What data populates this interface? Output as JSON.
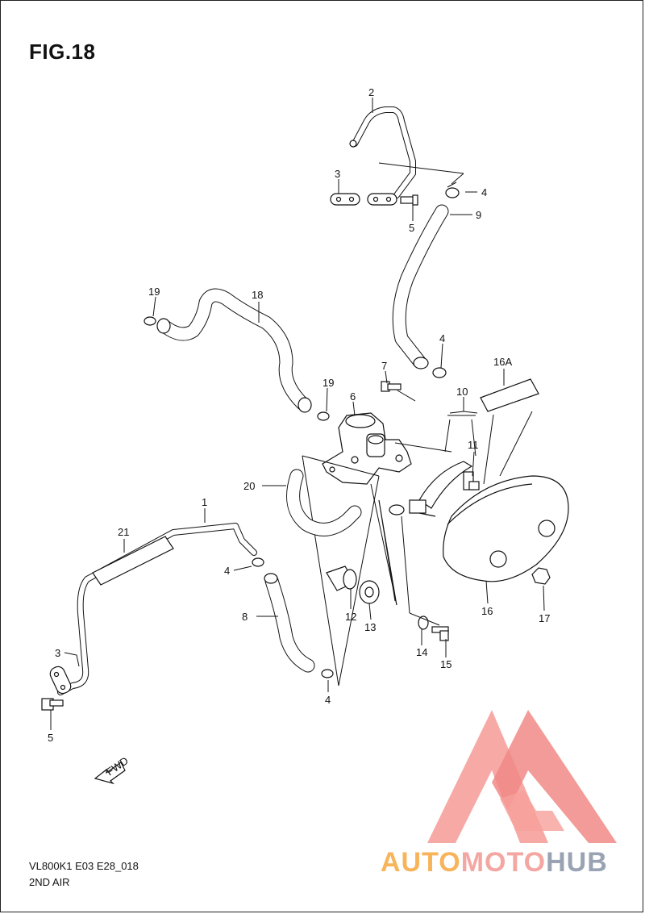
{
  "figure": {
    "title": "FIG.18",
    "code": "VL800K1 E03 E28_018",
    "name": "2ND AIR",
    "fwd_label": "FWD"
  },
  "part_labels": {
    "p1": "1",
    "p2": "2",
    "p3a": "3",
    "p3b": "3",
    "p4a": "4",
    "p4b": "4",
    "p4c": "4",
    "p4d": "4",
    "p5a": "5",
    "p5b": "5",
    "p6": "6",
    "p7": "7",
    "p8": "8",
    "p9": "9",
    "p10": "10",
    "p11": "11",
    "p12": "12",
    "p13": "13",
    "p14": "14",
    "p15": "15",
    "p16": "16",
    "p16a": "16A",
    "p17": "17",
    "p18": "18",
    "p19a": "19",
    "p19b": "19",
    "p20": "20",
    "p21": "21"
  },
  "watermark": {
    "part1": "AUTO",
    "part2": "MOTO",
    "part3": "HUB",
    "colors": {
      "part1": "#f7b45a",
      "part2": "#f4a7a2",
      "part3": "#9aa3b4",
      "logo": "#f08a86"
    }
  }
}
